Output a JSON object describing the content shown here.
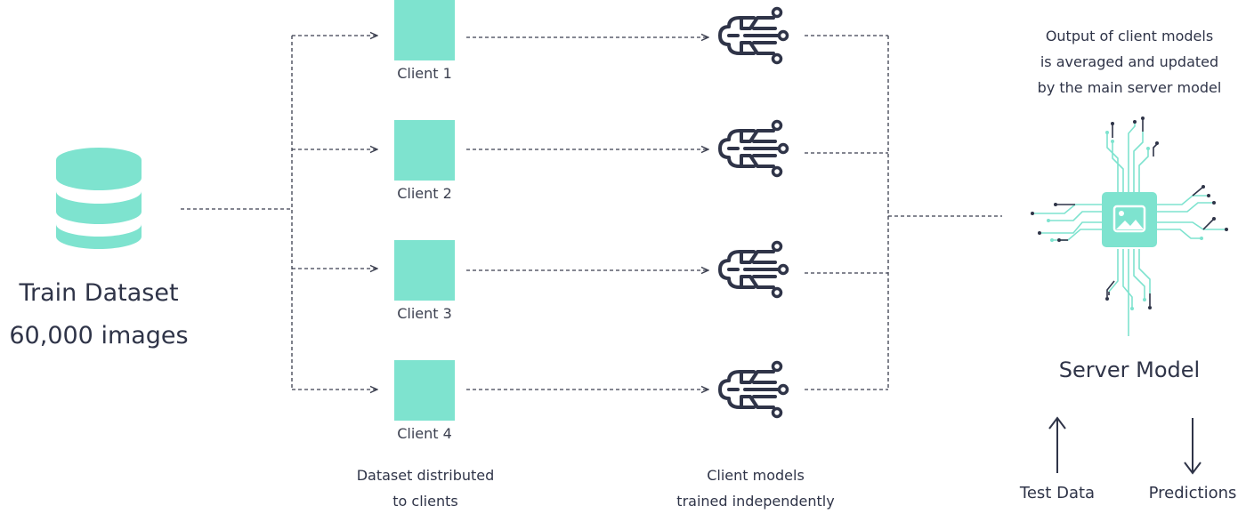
{
  "dataset": {
    "title": "Train Dataset",
    "count": "60,000 images",
    "icon": "database-icon",
    "color": "#7ee3cf"
  },
  "clients": [
    {
      "label": "Client 1"
    },
    {
      "label": "Client 2"
    },
    {
      "label": "Client 3"
    },
    {
      "label": "Client 4"
    }
  ],
  "client_icon": "brain-circuit-icon",
  "captions": {
    "distributed_line1": "Dataset distributed",
    "distributed_line2": "to clients",
    "trained_line1": "Client models",
    "trained_line2": "trained independently"
  },
  "server": {
    "note_line1": "Output of client models",
    "note_line2": "is averaged and updated",
    "note_line3": "by the main server model",
    "title": "Server Model",
    "icon": "chip-image-icon",
    "input_label": "Test Data",
    "output_label": "Predictions"
  },
  "colors": {
    "accent": "#7ee3cf",
    "dark": "#2f3448",
    "line": "#3b3f4f"
  }
}
